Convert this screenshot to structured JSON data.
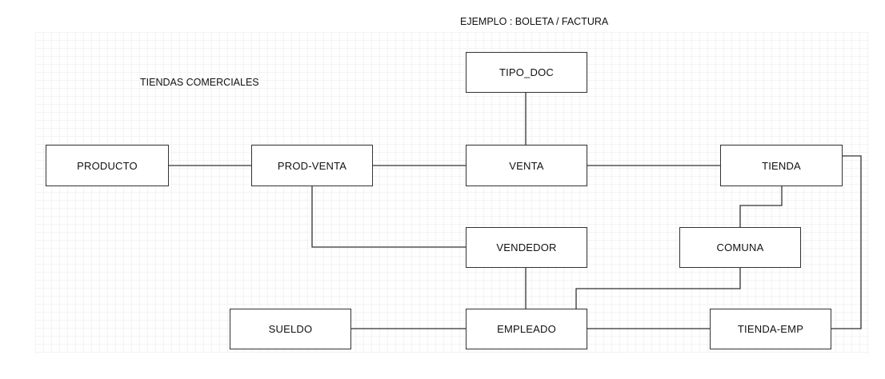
{
  "diagram": {
    "title": "EJEMPLO : BOLETA / FACTURA",
    "subtitle": "TIENDAS COMERCIALES",
    "entities": {
      "tipo_doc": "TIPO_DOC",
      "producto": "PRODUCTO",
      "prod_venta": "PROD-VENTA",
      "venta": "VENTA",
      "tienda": "TIENDA",
      "vendedor": "VENDEDOR",
      "comuna": "COMUNA",
      "sueldo": "SUELDO",
      "empleado": "EMPLEADO",
      "tienda_emp": "TIENDA-EMP"
    }
  }
}
